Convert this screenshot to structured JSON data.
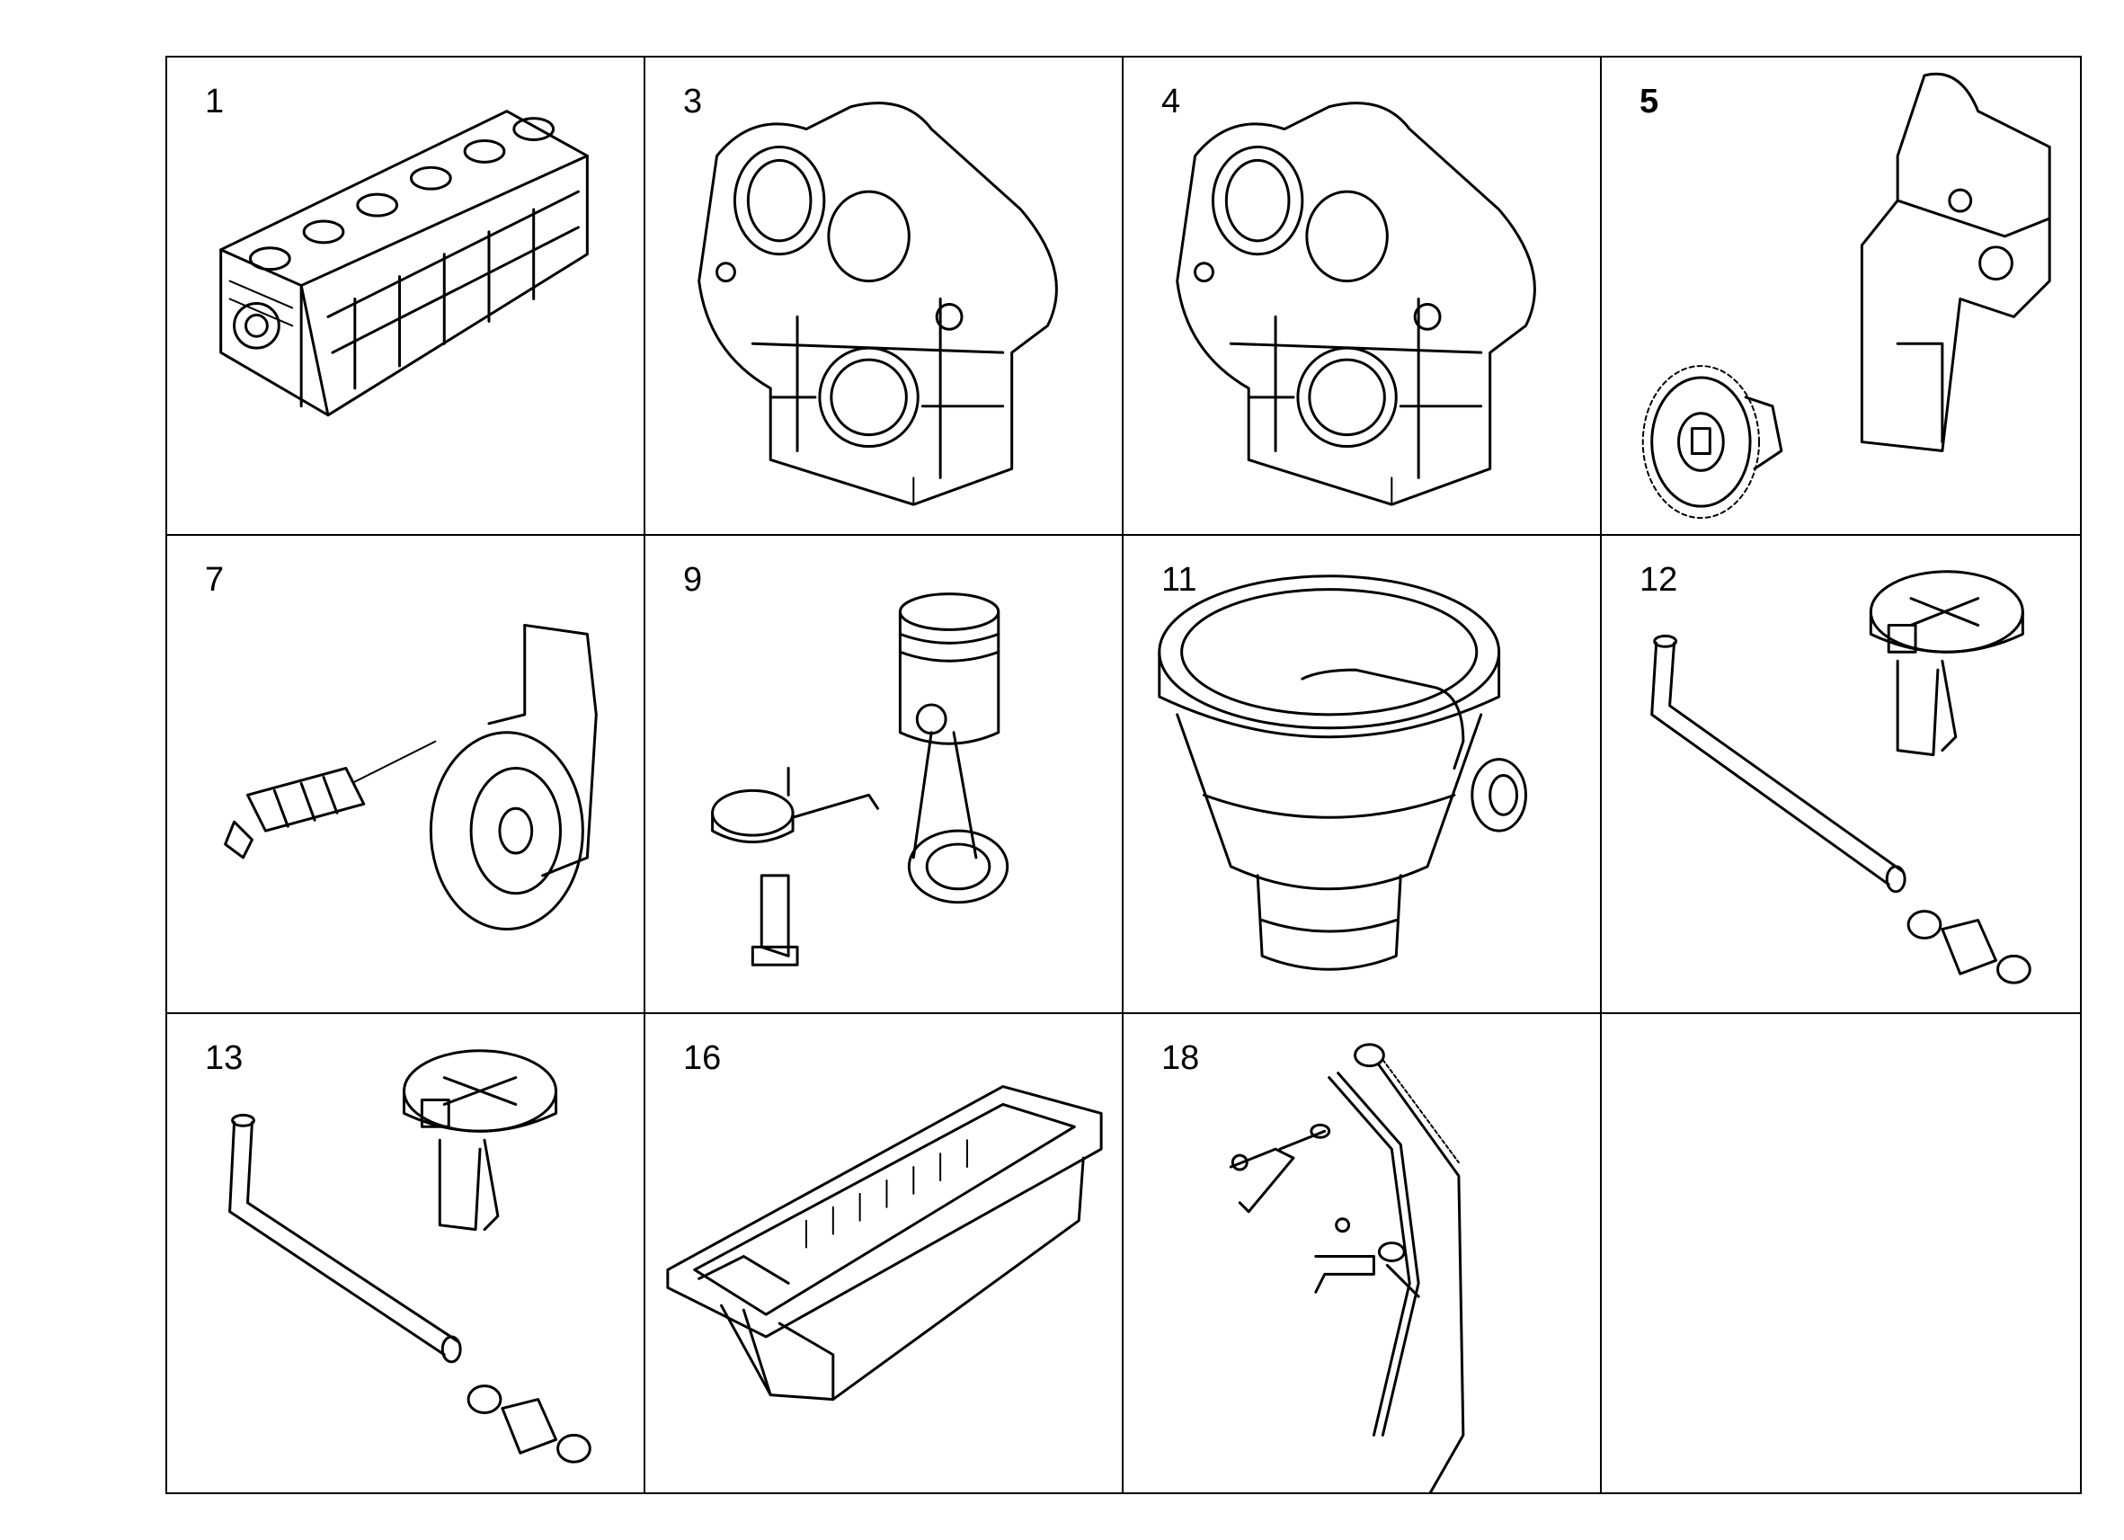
{
  "cells": [
    {
      "number": "1",
      "part": "engine-block"
    },
    {
      "number": "3",
      "part": "timing-cover"
    },
    {
      "number": "4",
      "part": "timing-cover"
    },
    {
      "number": "5",
      "part": "gear-and-housing"
    },
    {
      "number": "7",
      "part": "sensor-and-pulley"
    },
    {
      "number": "9",
      "part": "piston-and-con-rod"
    },
    {
      "number": "11",
      "part": "oil-separator"
    },
    {
      "number": "12",
      "part": "breather-pipe"
    },
    {
      "number": "13",
      "part": "breather-pipe"
    },
    {
      "number": "16",
      "part": "oil-pan"
    },
    {
      "number": "18",
      "part": "dipstick-and-tube"
    },
    {
      "number": "",
      "part": ""
    }
  ]
}
